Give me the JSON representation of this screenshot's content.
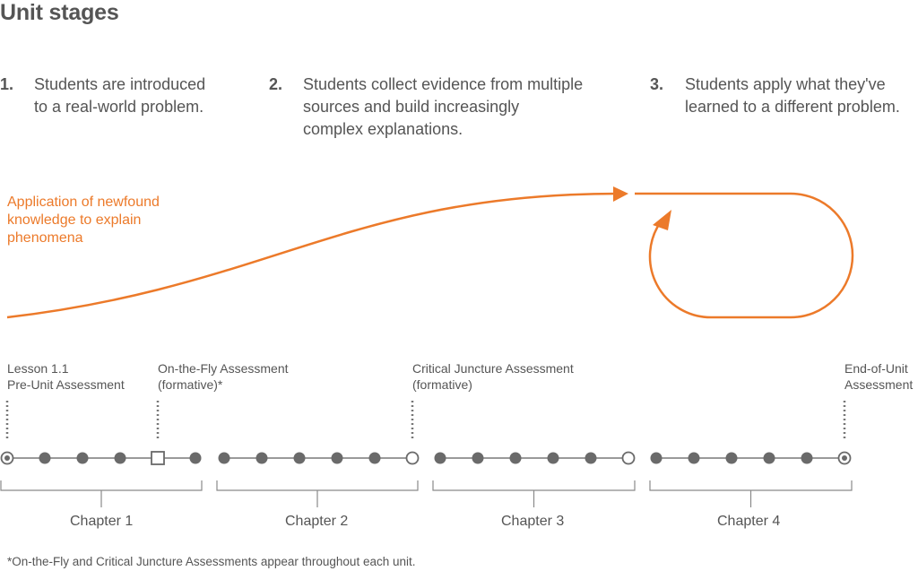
{
  "title": "Unit stages",
  "steps": [
    {
      "num": "1.",
      "line1": "Students are introduced",
      "line2": "to a real-world problem.",
      "line3": ""
    },
    {
      "num": "2.",
      "line1": "Students collect evidence from multiple",
      "line2": "sources and build increasingly",
      "line3": "complex explanations."
    },
    {
      "num": "3.",
      "line1": "Students apply what they've",
      "line2": "learned to a different problem.",
      "line3": ""
    }
  ],
  "application_label": {
    "line1": "Application of newfound",
    "line2": "knowledge to explain",
    "line3": "phenomena"
  },
  "milestones": [
    {
      "line1": "Lesson 1.1",
      "line2": "Pre-Unit Assessment"
    },
    {
      "line1": "On-the-Fly Assessment",
      "line2": "(formative)*"
    },
    {
      "line1": "Critical Juncture Assessment",
      "line2": "(formative)"
    },
    {
      "line1": "End-of-Unit",
      "line2": "Assessment"
    }
  ],
  "chapters": [
    "Chapter 1",
    "Chapter 2",
    "Chapter 3",
    "Chapter 4"
  ],
  "footnote": "*On-the-Fly and Critical Juncture Assessments appear throughout each unit.",
  "colors": {
    "accent": "#ec7a2a",
    "text": "#555555",
    "node": "#6a6a6a",
    "line": "#9a9a9a"
  },
  "node_types": [
    [
      "target",
      "dot",
      "dot",
      "dot",
      "square",
      "dot"
    ],
    [
      "dot",
      "dot",
      "dot",
      "dot",
      "dot",
      "hollow"
    ],
    [
      "dot",
      "dot",
      "dot",
      "dot",
      "dot",
      "hollow"
    ],
    [
      "dot",
      "dot",
      "dot",
      "dot",
      "dot",
      "target"
    ]
  ]
}
